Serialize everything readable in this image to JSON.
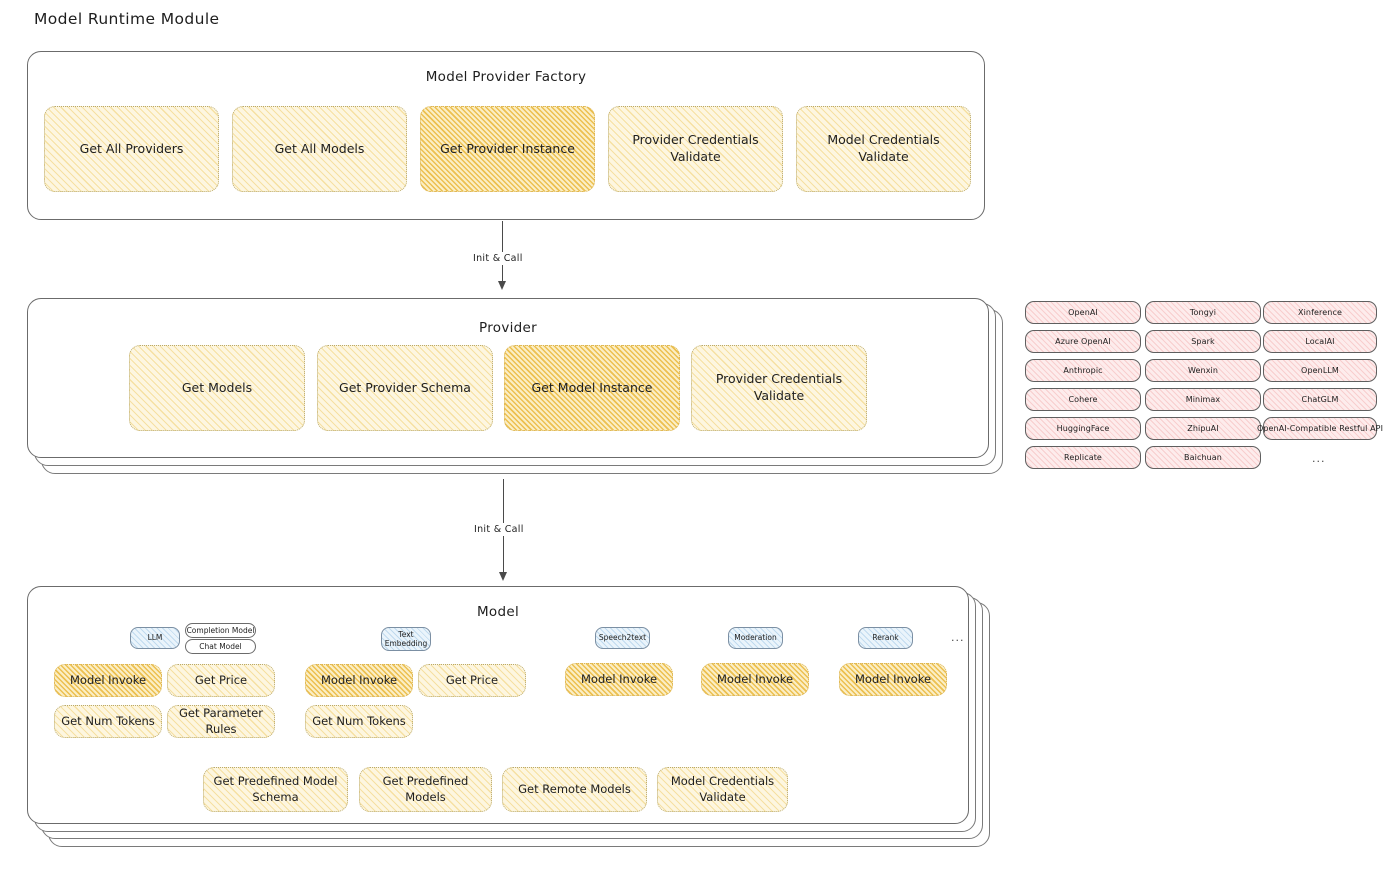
{
  "page": {
    "title": "Model Runtime Module",
    "accent_yellow": "#fdf6e0",
    "accent_yellow_highlight": "#fbeec4",
    "accent_pink": "#fdecec",
    "accent_blue": "#eaf4fb",
    "stroke": "#1e1e1e"
  },
  "factory": {
    "title": "Model Provider Factory",
    "nodes": [
      {
        "label": "Get All Providers",
        "highlight": false
      },
      {
        "label": "Get All Models",
        "highlight": false
      },
      {
        "label": "Get Provider Instance",
        "highlight": true
      },
      {
        "label": "Provider Credentials Validate",
        "highlight": false
      },
      {
        "label": "Model Credentials Validate",
        "highlight": false
      }
    ]
  },
  "connector_1": {
    "label": "Init & Call"
  },
  "provider": {
    "title": "Provider",
    "nodes": [
      {
        "label": "Get Models",
        "highlight": false
      },
      {
        "label": "Get Provider Schema",
        "highlight": false
      },
      {
        "label": "Get Model Instance",
        "highlight": true
      },
      {
        "label": "Provider Credentials Validate",
        "highlight": false
      }
    ]
  },
  "connector_2": {
    "label": "Init & Call"
  },
  "provider_list": {
    "columns": [
      [
        "OpenAI",
        "Azure OpenAI",
        "Anthropic",
        "Cohere",
        "HuggingFace",
        "Replicate"
      ],
      [
        "Tongyi",
        "Spark",
        "Wenxin",
        "Minimax",
        "ZhipuAI",
        "Baichuan"
      ],
      [
        "Xinference",
        "LocalAI",
        "OpenLLM",
        "ChatGLM",
        "OpenAI-Compatible Restful API"
      ]
    ],
    "more": "..."
  },
  "model": {
    "title": "Model",
    "more": "...",
    "types": [
      {
        "badge": "LLM",
        "sub_badges": [
          "Completion Model",
          "Chat Model"
        ],
        "methods": [
          "Model Invoke",
          "Get Price",
          "Get Num Tokens",
          "Get Parameter Rules"
        ]
      },
      {
        "badge": "Text\nEmbedding",
        "sub_badges": [],
        "methods": [
          "Model Invoke",
          "Get Price",
          "Get Num Tokens"
        ]
      },
      {
        "badge": "Speech2text",
        "sub_badges": [],
        "methods": [
          "Model Invoke"
        ]
      },
      {
        "badge": "Moderation",
        "sub_badges": [],
        "methods": [
          "Model Invoke"
        ]
      },
      {
        "badge": "Rerank",
        "sub_badges": [],
        "methods": [
          "Model Invoke"
        ]
      }
    ],
    "common_methods": [
      "Get Predefined Model Schema",
      "Get Predefined Models",
      "Get Remote Models",
      "Model Credentials Validate"
    ]
  }
}
